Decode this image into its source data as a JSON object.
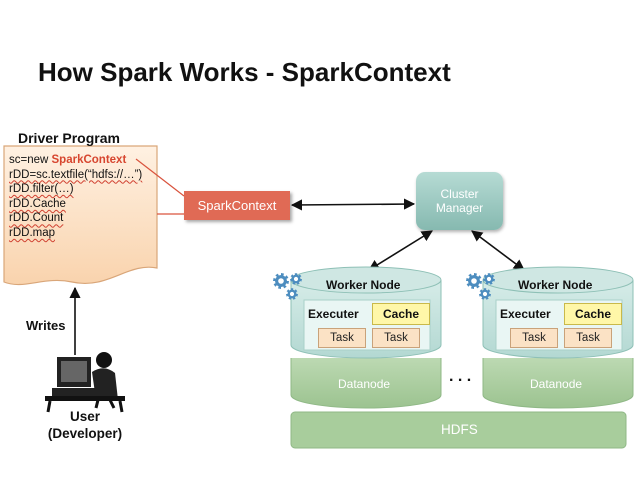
{
  "title": "How Spark Works - SparkContext",
  "driver": {
    "title": "Driver Program",
    "code": {
      "line1_prefix": "sc=new ",
      "line1_keyword": "SparkContext",
      "line2": "rDD=sc.textfile(“hdfs://…”)",
      "line3": "rDD.filter(…)",
      "line4": "rDD.Cache",
      "line5": "rDD.Count",
      "line6": "rDD.map"
    }
  },
  "writes_label": "Writes",
  "user_label": "User",
  "user_sublabel": "(Developer)",
  "spark_context_label": "SparkContext",
  "cluster_manager": {
    "line1": "Cluster",
    "line2": "Manager"
  },
  "worker_nodes": [
    {
      "title": "Worker Node",
      "executer": "Executer",
      "cache": "Cache",
      "task1": "Task",
      "task2": "Task",
      "datanode": "Datanode"
    },
    {
      "title": "Worker Node",
      "executer": "Executer",
      "cache": "Cache",
      "task1": "Task",
      "task2": "Task",
      "datanode": "Datanode"
    }
  ],
  "ellipsis": ". . .",
  "hdfs_label": "HDFS",
  "colors": {
    "spark_context": "#e06a55",
    "keyword": "#d7462f",
    "cluster_manager": "#9dcac1",
    "worker_top": "#c2dfdb",
    "datanode": "#a9cc9f",
    "hdfs": "#a8cd9c",
    "document": "#fbdcc0",
    "cache": "#fff7a8",
    "task": "#fbe2c5",
    "gear": "#4d8dbf"
  },
  "icons": [
    "gear-icon",
    "user-computer-icon",
    "document-icon"
  ]
}
